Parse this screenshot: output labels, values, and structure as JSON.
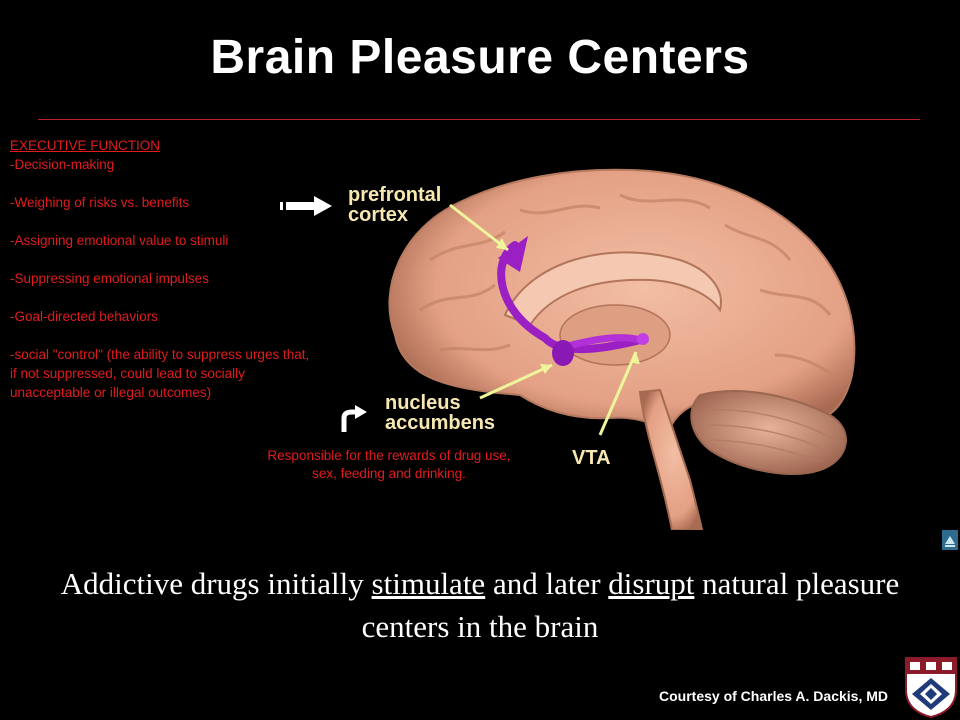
{
  "title": "Brain Pleasure Centers",
  "executive": {
    "heading": "EXECUTIVE FUNCTION",
    "items": [
      "-Decision-making",
      "-Weighing of risks vs. benefits",
      "-Assigning emotional value to stimuli",
      "-Suppressing emotional impulses",
      "-Goal-directed behaviors",
      "-social \"control\" (the ability to suppress urges that, if not suppressed, could lead to socially unacceptable or illegal outcomes)"
    ]
  },
  "labels": {
    "prefrontal_line1": "prefrontal",
    "prefrontal_line2": "cortex",
    "nucleus_line1": "nucleus",
    "nucleus_line2": "accumbens",
    "vta": "VTA"
  },
  "reward_note": "Responsible for the rewards of drug use, sex, feeding and drinking.",
  "caption": {
    "part1": "Addictive drugs initially ",
    "word1": "stimulate",
    "part2": " and later ",
    "word2": "disrupt",
    "part3": " natural pleasure centers in the brain"
  },
  "credit": "Courtesy of Charles A. Dackis, MD",
  "colors": {
    "background": "#000000",
    "title": "#ffffff",
    "red_text": "#e21c1c",
    "brain": "#e8a98e",
    "pathway": "#a020c8",
    "label_text": "#f7e7b0",
    "pointer": "#eef59a"
  },
  "icons": [
    "arrow-right-icon",
    "curved-arrow-icon",
    "slide-nav-icon",
    "university-shield-icon"
  ]
}
